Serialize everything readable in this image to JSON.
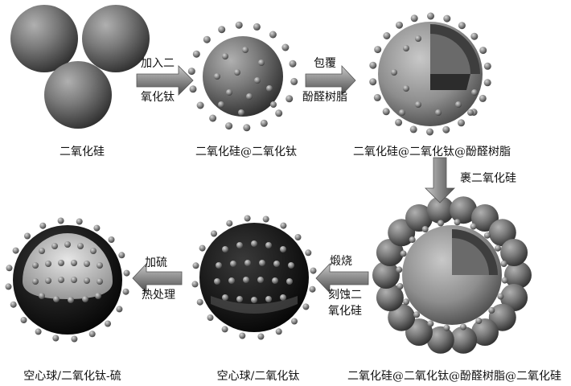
{
  "stages": [
    {
      "id": "sio2",
      "caption": "二氧化硅"
    },
    {
      "id": "sio2-tio2",
      "caption": "二氧化硅@二氧化钛"
    },
    {
      "id": "sio2-tio2-pf",
      "caption": "二氧化硅@二氧化钛@酚醛树脂"
    },
    {
      "id": "sio2-tio2-pf-sio2",
      "caption": "二氧化硅@二氧化钛@酚醛树脂@二氧化硅"
    },
    {
      "id": "hollow-tio2",
      "caption": "空心球/二氧化钛"
    },
    {
      "id": "hollow-tio2-s",
      "caption": "空心球/二氧化钛-硫"
    }
  ],
  "steps": [
    {
      "id": "add-tio2",
      "lines": [
        "加入二",
        "氧化钛"
      ]
    },
    {
      "id": "coat-pf",
      "lines": [
        "包覆",
        "酚醛树脂"
      ]
    },
    {
      "id": "wrap-sio2",
      "lines": [
        "裹二氧化硅"
      ]
    },
    {
      "id": "calcine-etch",
      "lines": [
        "煅烧",
        "刻蚀二",
        "氧化硅"
      ]
    },
    {
      "id": "add-sulfur",
      "lines": [
        "加硫",
        "热处理"
      ]
    }
  ]
}
